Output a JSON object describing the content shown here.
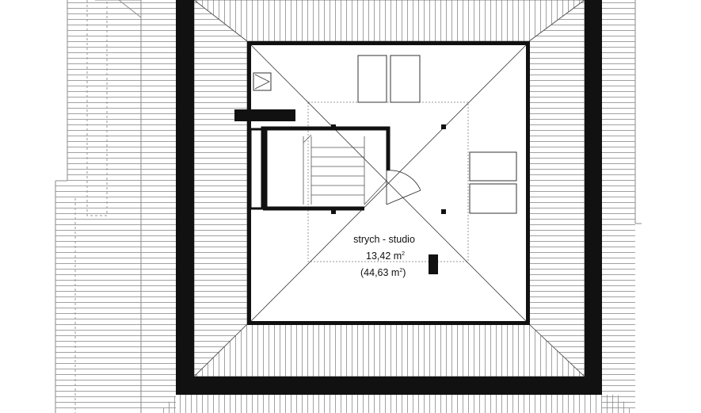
{
  "room": {
    "name": "strych - studio",
    "usable_area": "13,42 m",
    "usable_area_exp": "2",
    "total_area_open": "(44,63 m",
    "total_area_exp": "2",
    "total_area_close": ")"
  },
  "colors": {
    "wall": "#111111",
    "hatch": "#8a8a8a",
    "line": "#333333",
    "background": "#ffffff",
    "dashed": "#999999"
  }
}
